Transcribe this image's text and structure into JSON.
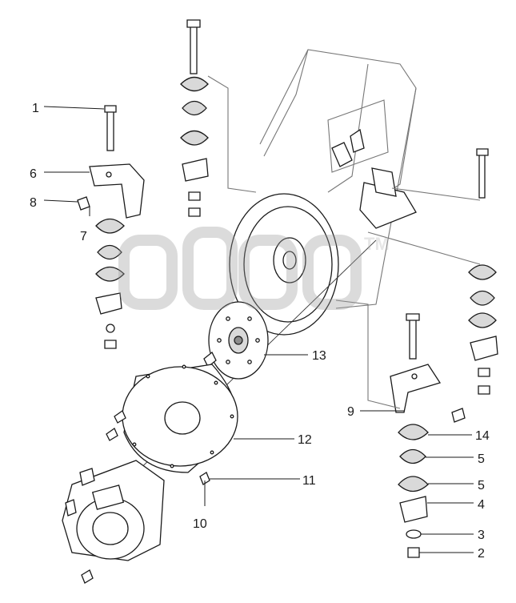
{
  "callouts": {
    "c1": "1",
    "c2": "2",
    "c3": "3",
    "c4": "4",
    "c5a": "5",
    "c5b": "5",
    "c6": "6",
    "c7": "7",
    "c8": "8",
    "c9": "9",
    "c10": "10",
    "c11": "11",
    "c12": "12",
    "c13": "13",
    "c14": "14"
  },
  "watermark": {
    "trademark": "TM"
  }
}
